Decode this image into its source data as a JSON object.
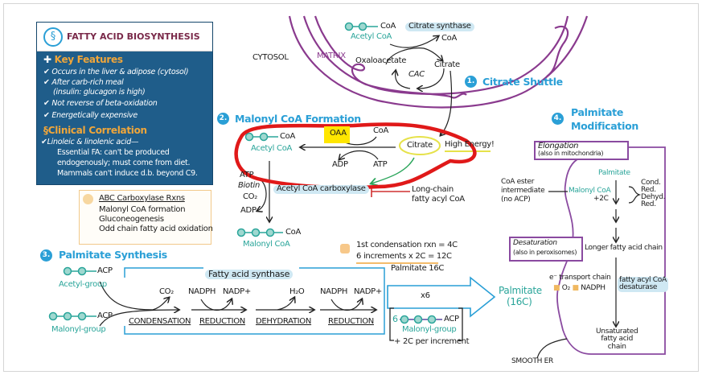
{
  "info_box": {
    "title": "FATTY ACID BIOSYNTHESIS",
    "key_features_heading": "Key Features",
    "key_features": [
      "Occurs in the liver & adipose (cytosol)",
      "After carb-rich meal",
      "(insulin: glucagon is high)",
      "Not reverse of beta-oxidation",
      "Energetically expensive"
    ],
    "clinical_heading": "Clinical Correlation",
    "clinical": [
      "Linoleic & linolenic acid—",
      "Essential FA: can't be produced",
      "endogenously; must come from diet.",
      "Mammals can't induce d.b. beyond C9."
    ],
    "check": "✔"
  },
  "shuttle": {
    "cytosol": "CYTOSOL",
    "matrix": "MATRIX",
    "coa": "CoA",
    "acetyl_coa": "Acetyl CoA",
    "citrate_synthase": "Citrate synthase",
    "coa_out": "CoA",
    "oxaloacetate": "Oxaloacetate",
    "citrate": "Citrate",
    "cac": "CAC",
    "number": "1.",
    "title": "Citrate Shuttle"
  },
  "malonyl_formation": {
    "number": "2.",
    "title": "Malonyl CoA Formation",
    "oaa": "OAA",
    "coa_top": "CoA",
    "coa": "CoA",
    "acetyl_coa": "Acetyl CoA",
    "adp": "ADP",
    "atp": "ATP",
    "citrate": "Citrate",
    "high_energy": "High Energy!",
    "atp2": "ATP",
    "biotin": "Biotin",
    "co2": "CO₂",
    "adp2": "ADP",
    "enzyme": "Acetyl CoA carboxylase",
    "inhibitor_1": "Long-chain",
    "inhibitor_2": "fatty acyl CoA",
    "product_coa": "CoA",
    "product": "Malonyl CoA"
  },
  "abc_box": {
    "title": "ABC Carboxylase Rxns",
    "items": [
      "Malonyl CoA formation",
      "Gluconeogenesis",
      "Odd chain fatty acid oxidation"
    ]
  },
  "palmitate_synthesis": {
    "number": "3.",
    "title": "Palmitate Synthesis",
    "acp": "ACP",
    "acetyl_group": "Acetyl-group",
    "malonyl_group": "Malonyl-group",
    "enzyme": "Fatty acid synthase",
    "co2": "CO₂",
    "nadph": "NADPH",
    "nadp": "NADP+",
    "h2o": "H₂O",
    "steps": [
      "CONDENSATION",
      "REDUCTION",
      "DEHYDRATION",
      "REDUCTION"
    ],
    "note": [
      "1st condensation rxn = 4C",
      "6 increments x 2C = 12C",
      "Palmitate 16C"
    ],
    "repeat": "x6",
    "bracket_count": "6",
    "bracket_group": "Malonyl-group",
    "per_increment": "+ 2C per increment",
    "product": [
      "Palmitate",
      "(16C)"
    ]
  },
  "modification": {
    "number": "4.",
    "title": [
      "Palmitate",
      "Modification"
    ],
    "elongation": [
      "Elongation",
      "(also in mitochondria)"
    ],
    "palmitate": "Palmitate",
    "malonyl": "Malonyl CoA",
    "plus2c": "+2C",
    "coa_ester": [
      "CoA ester",
      "intermediate",
      "(no ACP)"
    ],
    "steps": [
      "Cond.",
      "Red.",
      "Dehyd.",
      "Red."
    ],
    "desaturation": [
      "Desaturation",
      "(also in peroxisomes)"
    ],
    "longer": "Longer fatty acid chain",
    "etc": "e⁻ transport chain",
    "o2": "O₂",
    "nadph": "NADPH",
    "enzyme": [
      "fatty acyl CoA",
      "desaturase"
    ],
    "product": [
      "Unsaturated",
      "fatty acid",
      "chain"
    ],
    "smooth_er": "SMOOTH ER"
  },
  "colors": {
    "accent_blue": "#2a9fd6",
    "teal": "#2aa59a",
    "purple": "#8a4aa0",
    "info_bg": "#1f5d8a",
    "annotation_red": "#e01919",
    "highlight_yellow": "#ffe600"
  }
}
